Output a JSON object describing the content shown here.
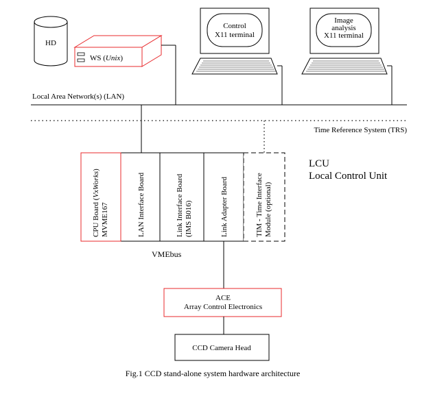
{
  "hd": {
    "label": "HD"
  },
  "workstation": {
    "label_prefix": "WS (",
    "label_os": "Unix",
    "label_suffix": ")"
  },
  "terminals": [
    {
      "lines": [
        "Control",
        "X11 terminal"
      ]
    },
    {
      "lines": [
        "Image",
        "analysis",
        "X11 terminal"
      ]
    }
  ],
  "lan": {
    "label": "Local Area Network(s) (LAN)"
  },
  "trs": {
    "label": "Time Reference System (TRS)"
  },
  "boards": {
    "cpu": {
      "line1_prefix": "CPU Board (",
      "line1_os": "VxWorks",
      "line1_suffix": ")",
      "line2": "MVME167"
    },
    "lan_interface": {
      "line1": "LAN Interface  Board"
    },
    "link_interface": {
      "line1": "Link Interface Board",
      "line2": "(IMS B016)"
    },
    "link_adapter": {
      "line1": "Link Adapter Board"
    },
    "tim": {
      "line1": "TIM - Time Interface",
      "line2": "Module (optional)"
    }
  },
  "lcu": {
    "abbr": "LCU",
    "full": "Local Control Unit"
  },
  "vmebus": {
    "label": "VMEbus"
  },
  "ace": {
    "line1": "ACE",
    "line2": "Array Control Electronics"
  },
  "ccd": {
    "label": "CCD Camera Head"
  },
  "caption": {
    "text": "Fig.1 CCD stand-alone system hardware architecture"
  },
  "colors": {
    "highlight": "#e8282b",
    "stroke": "#000000"
  }
}
